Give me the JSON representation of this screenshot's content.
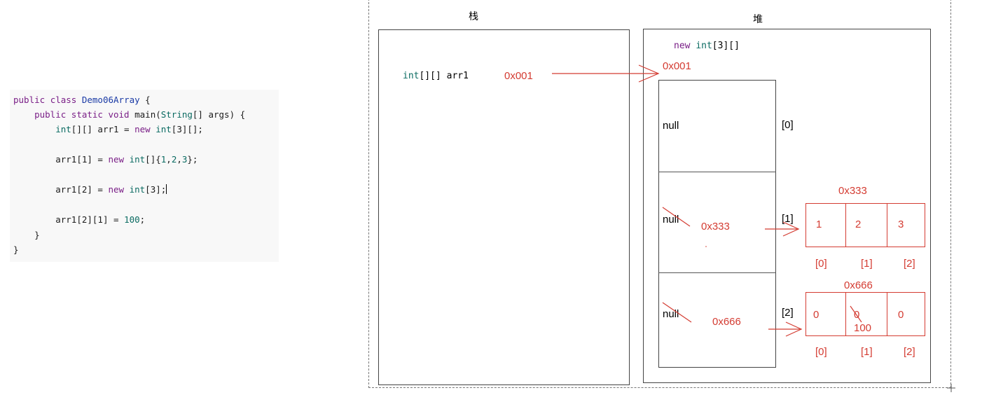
{
  "code": {
    "l1": {
      "kw1": "public",
      "kw2": "class",
      "cls": "Demo06Array",
      "rest": " {"
    },
    "l2": {
      "kw1": "public",
      "kw2": "static",
      "kw3": "void",
      "fn": " main(",
      "ty": "String",
      "rest": "[] args) {"
    },
    "l3": {
      "ty": "int",
      "mid": "[][] arr1 = ",
      "kw": "new",
      "ty2": "int",
      "rest": "[3][];"
    },
    "l4": {
      "pre": "arr1[1] = ",
      "kw": "new",
      "ty": "int",
      "b1": "[]{",
      "n1": "1",
      "c1": ",",
      "n2": "2",
      "c2": ",",
      "n3": "3",
      "rest": "};"
    },
    "l5": {
      "pre": "arr1[2] = ",
      "kw": "new",
      "ty": "int",
      "rest": "[3];"
    },
    "l6": {
      "pre": "arr1[2][1] = ",
      "num": "100",
      "rest": ";"
    },
    "l7": "}",
    "l8": "}"
  },
  "stack": {
    "title": "栈",
    "var_type": "int",
    "var_rest": "[][] arr1",
    "var_value": "0x001"
  },
  "heap": {
    "title": "堆",
    "new_kw": "new",
    "new_type": "int",
    "new_rest": "[3][]",
    "outer_addr": "0x001",
    "outer_cells": [
      {
        "value": "null",
        "index": "[0]",
        "ref": ""
      },
      {
        "value": "null",
        "index": "[1]",
        "ref": "0x333"
      },
      {
        "value": "null",
        "index": "[2]",
        "ref": "0x666"
      }
    ],
    "arrays": [
      {
        "addr": "0x333",
        "values": [
          "1",
          "2",
          "3"
        ],
        "indices": [
          "[0]",
          "[1]",
          "[2]"
        ]
      },
      {
        "addr": "0x666",
        "values": [
          "0",
          "0",
          "0"
        ],
        "indices": [
          "[0]",
          "[1]",
          "[2]"
        ],
        "overwrite": "100"
      }
    ]
  },
  "colors": {
    "red": "#d43c32",
    "keyword": "#7a1f87",
    "class": "#1a3aa5",
    "type": "#0b6b62"
  }
}
